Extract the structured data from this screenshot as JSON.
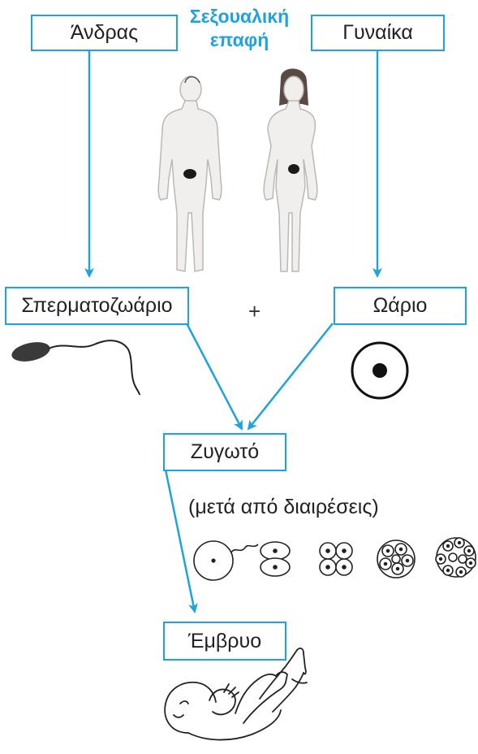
{
  "title": {
    "line1": "Σεξουαλική",
    "line2": "επαφή"
  },
  "boxes": {
    "man": "Άνδρας",
    "woman": "Γυναίκα",
    "sperm": "Σπερματοζωάριο",
    "egg": "Ωάριο",
    "zygote": "Ζυγωτό",
    "embryo": "Έμβρυο"
  },
  "plus": "+",
  "division_note": "(μετά από διαιρέσεις)",
  "colors": {
    "accent": "#1fa3df",
    "text": "#222222"
  },
  "icons": [
    "man-figure",
    "woman-figure",
    "sperm-cell",
    "egg-cell",
    "cell-division-stages",
    "fetus"
  ]
}
